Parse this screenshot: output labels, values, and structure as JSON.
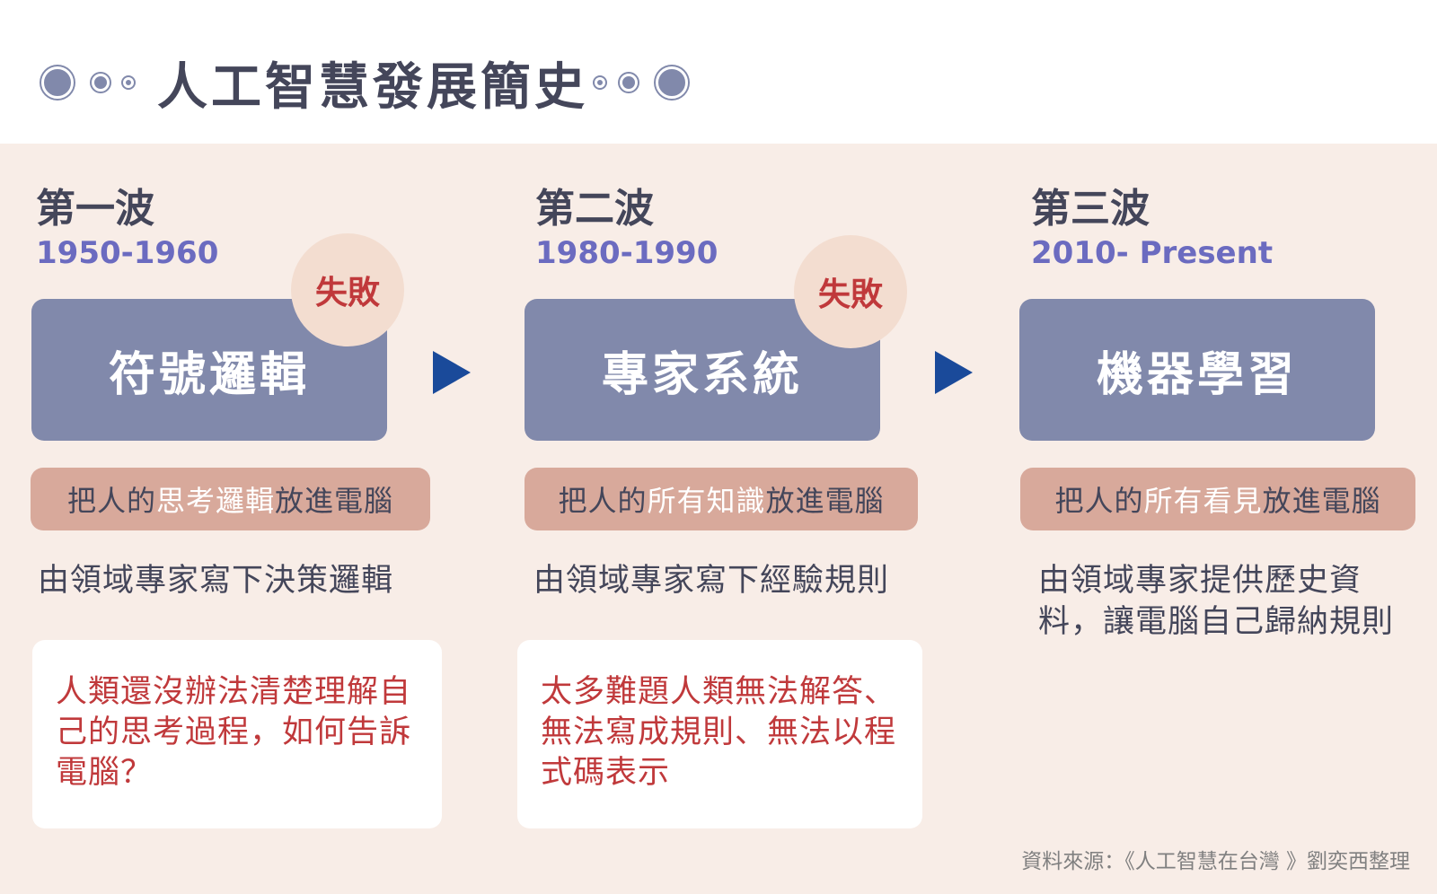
{
  "title": "人工智慧發展簡史",
  "waves": [
    {
      "wave": "第一波",
      "period": "1950-1960",
      "name": "符號邏輯",
      "badge": "失敗",
      "pill": {
        "pre": "把人的",
        "highlight": "思考邏輯",
        "post": "放進電腦"
      },
      "description": "由領域專家寫下決策邏輯",
      "note": "人類還沒辦法清楚理解自己的思考過程，如何告訴電腦？"
    },
    {
      "wave": "第二波",
      "period": "1980-1990",
      "name": "專家系統",
      "badge": "失敗",
      "pill": {
        "pre": "把人的",
        "highlight": "所有知識",
        "post": "放進電腦"
      },
      "description": "由領域專家寫下經驗規則",
      "note": "太多難題人類無法解答、無法寫成規則、無法以程式碼表示"
    },
    {
      "wave": "第三波",
      "period": "2010- Present",
      "name": "機器學習",
      "pill": {
        "pre": "把人的",
        "highlight": "所有看見",
        "post": "放進電腦"
      },
      "description": "由領域專家提供歷史資料，讓電腦自己歸納規則"
    }
  ],
  "source": "資料來源：《人工智慧在台灣 》劉奕西整理",
  "colors": {
    "box": "#8189ab",
    "badge_text": "#c0393b",
    "pill": "#d8a99b",
    "arrow": "#1a4a9a",
    "period": "#6b6bc0"
  }
}
